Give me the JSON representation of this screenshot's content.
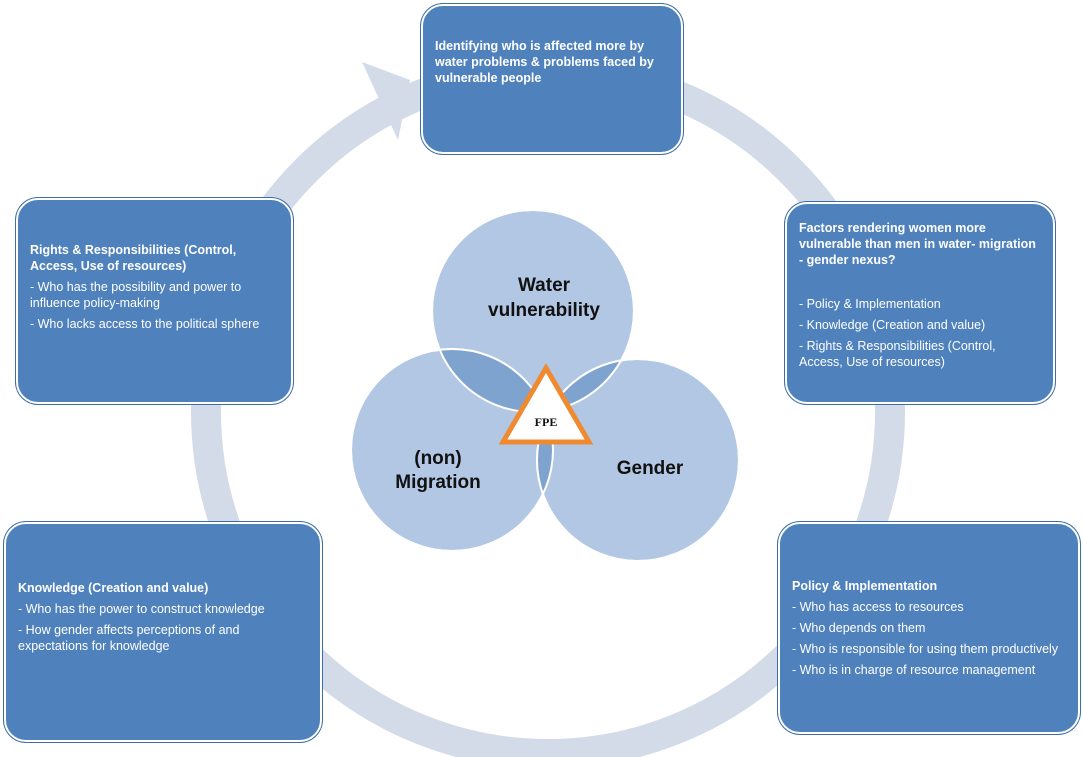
{
  "boxes": {
    "top": {
      "title": "Identifying who is affected more by water problems & problems faced by vulnerable people"
    },
    "right_top": {
      "title": "Factors rendering women more vulnerable than men in water- migration - gender nexus?",
      "items": [
        "- Policy & Implementation",
        "- Knowledge (Creation and value)",
        "- Rights & Responsibilities (Control, Access, Use of resources)"
      ]
    },
    "left_top": {
      "title": "Rights & Responsibilities (Control, Access, Use of resources)",
      "items": [
        "- Who has the possibility and power to influence policy-making",
        "- Who lacks access to the political sphere"
      ]
    },
    "left_bottom": {
      "title": "Knowledge (Creation and value)",
      "items": [
        "- Who has the power to construct knowledge",
        "- How gender affects perceptions of and expectations for knowledge"
      ]
    },
    "right_bottom": {
      "title": "Policy & Implementation",
      "items": [
        "- Who has access to resources",
        "- Who depends on them",
        "- Who is responsible for using them productively",
        "- Who is in charge of resource management"
      ]
    }
  },
  "venn": {
    "water": [
      "Water",
      "vulnerability"
    ],
    "migration": [
      "(non)",
      "Migration"
    ],
    "gender": "Gender",
    "center": "FPE"
  },
  "colors": {
    "box_fill": "#4f81bd",
    "circle_fill": "#a9c1e0",
    "ring": "#d3dbe9",
    "triangle_stroke": "#f08a30"
  }
}
